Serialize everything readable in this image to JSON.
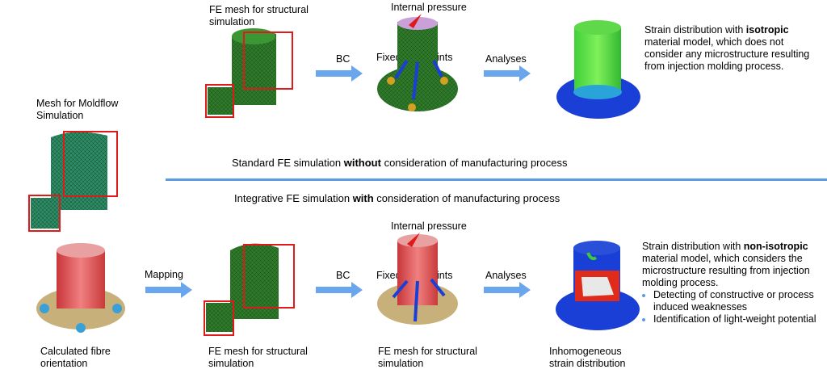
{
  "top": {
    "fe_mesh_label": "FE mesh for structural simulation",
    "bc_label": "BC",
    "internal_pressure_label": "Internal pressure",
    "fixed_constraints_label": "Fixed constraints",
    "analyses_label": "Analyses",
    "result_pre": "Strain distribution with ",
    "result_bold": "isotropic",
    "result_post": " material model, which does not consider any microstructure resulting from injection molding process."
  },
  "left": {
    "moldflow_label": "Mesh for Moldflow Simulation",
    "fibre_label": "Calculated fibre orientation"
  },
  "middle": {
    "standard_pre": "Standard FE simulation ",
    "standard_bold": "without",
    "standard_post": " consideration of manufacturing process",
    "integrative_pre": "Integrative FE simulation ",
    "integrative_bold": "with",
    "integrative_post": " consideration of manufacturing process"
  },
  "bottom": {
    "mapping_label": "Mapping",
    "fe_mesh_label": "FE mesh for structural simulation",
    "bc_label": "BC",
    "internal_pressure_label": "Internal pressure",
    "fixed_constraints_label": "Fixed constraints",
    "fe_mesh_label_2": "FE mesh for structural simulation",
    "analyses_label": "Analyses",
    "inhomogeneous_label": "Inhomogeneous strain distribution",
    "result_pre": "Strain distribution with ",
    "result_bold": "non-isotropic",
    "result_post": " material model, which considers the microstructure resulting from injection molding process.",
    "bullets": [
      "Detecting of constructive or process induced weaknesses",
      "Identification of light-weight potential"
    ]
  },
  "colors": {
    "arrow_blue": "#6aa6ee",
    "mesh_green": "#2f7a2a",
    "highlight_red": "#e0191b",
    "divider_blue": "#5b9be0"
  }
}
